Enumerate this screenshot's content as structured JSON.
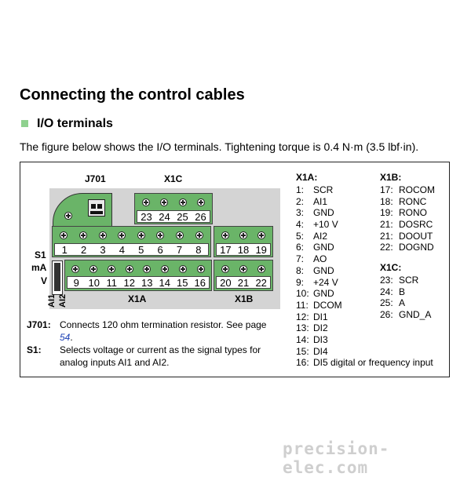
{
  "heading": "Connecting the control cables",
  "subheading": "I/O terminals",
  "intro": "The figure below shows the I/O terminals. Tightening torque is 0.4 N·m (3.5 lbf·in).",
  "figure": {
    "labels": {
      "j701": "J701",
      "x1c": "X1C",
      "x1a": "X1A",
      "x1b": "X1B",
      "s1": "S1",
      "ma": "mA",
      "v": "V",
      "ai1": "AI1",
      "ai2": "AI2"
    },
    "x1c_terminals": [
      "23",
      "24",
      "25",
      "26"
    ],
    "x1a_top_terminals": [
      "1",
      "2",
      "3",
      "4",
      "5",
      "6",
      "7",
      "8"
    ],
    "x1b_top_terminals": [
      "17",
      "18",
      "19"
    ],
    "x1a_bottom_terminals": [
      "9",
      "10",
      "11",
      "12",
      "13",
      "14",
      "15",
      "16"
    ],
    "x1b_bottom_terminals": [
      "20",
      "21",
      "22"
    ],
    "notes": {
      "j701_key": "J701:",
      "j701_text_1": "Connects 120 ohm termination resistor. See page",
      "j701_link": "54",
      "j701_text_2": ".",
      "s1_key": "S1:",
      "s1_text_1": "Selects voltage or current as the signal types for",
      "s1_text_2": "analog inputs AI1 and AI2."
    }
  },
  "x1a": {
    "title": "X1A:",
    "items": [
      {
        "num": "1:",
        "name": "SCR"
      },
      {
        "num": "2:",
        "name": "AI1"
      },
      {
        "num": "3:",
        "name": "GND"
      },
      {
        "num": "4:",
        "name": "+10 V"
      },
      {
        "num": "5:",
        "name": "AI2"
      },
      {
        "num": "6:",
        "name": "GND"
      },
      {
        "num": "7:",
        "name": "AO"
      },
      {
        "num": "8:",
        "name": "GND"
      },
      {
        "num": "9:",
        "name": "+24 V"
      },
      {
        "num": "10:",
        "name": "GND"
      },
      {
        "num": "11:",
        "name": "DCOM"
      },
      {
        "num": "12:",
        "name": "DI1"
      },
      {
        "num": "13:",
        "name": "DI2"
      },
      {
        "num": "14:",
        "name": "DI3"
      },
      {
        "num": "15:",
        "name": "DI4"
      },
      {
        "num": "16:",
        "name": "DI5 digital or frequency input"
      }
    ]
  },
  "x1b": {
    "title": "X1B:",
    "items": [
      {
        "num": "17:",
        "name": "ROCOM"
      },
      {
        "num": "18:",
        "name": "RONC"
      },
      {
        "num": "19:",
        "name": "RONO"
      },
      {
        "num": "21:",
        "name": "DOSRC"
      },
      {
        "num": "21:",
        "name": "DOOUT"
      },
      {
        "num": "22:",
        "name": "DOGND"
      }
    ]
  },
  "x1c": {
    "title": "X1C:",
    "items": [
      {
        "num": "23:",
        "name": "SCR"
      },
      {
        "num": "24:",
        "name": "B"
      },
      {
        "num": "25:",
        "name": "A"
      },
      {
        "num": "26:",
        "name": "GND_A"
      }
    ]
  },
  "watermark": "precision-elec.com",
  "colors": {
    "terminal_green": "#6ab468",
    "bullet_green": "#8fd18f",
    "link_blue": "#1a3fb4",
    "board_gray": "#d4d4d4"
  }
}
